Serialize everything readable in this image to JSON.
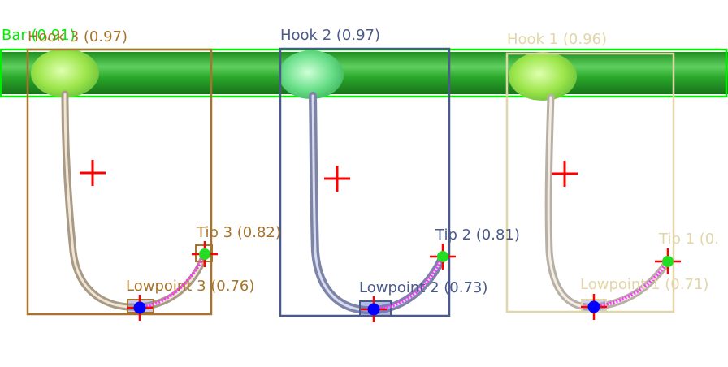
{
  "bar": {
    "label": "Bar (0.91)",
    "box_color": "#00ee00",
    "fill_color": "#2eb82e"
  },
  "hooks": [
    {
      "label": "Hook 3 (0.97)",
      "color": "#a8742b",
      "tip_label": "Tip 3 (0.82)",
      "lowpoint_label": "Lowpoint 3 (0.76)",
      "stem_tint": "#c8b89a",
      "blob_tint": "#8fe04a"
    },
    {
      "label": "Hook 2 (0.97)",
      "color": "#4a5a8a",
      "tip_label": "Tip 2 (0.81)",
      "lowpoint_label": "Lowpoint 2 (0.73)",
      "stem_tint": "#8a90b8",
      "blob_tint": "#5fe07a"
    },
    {
      "label": "Hook 1 (0.96)",
      "color": "#e3d6a6",
      "tip_label": "Tip 1 (0.",
      "lowpoint_label": "Lowpoint 1 (0.71)",
      "stem_tint": "#d8cfc0",
      "blob_tint": "#8fe04a"
    }
  ],
  "marker_colors": {
    "center_cross": "#ff0000",
    "tip_dot": "#22dd22",
    "lowpoint_dot": "#0000ff",
    "path_points": "#ff33ff"
  }
}
